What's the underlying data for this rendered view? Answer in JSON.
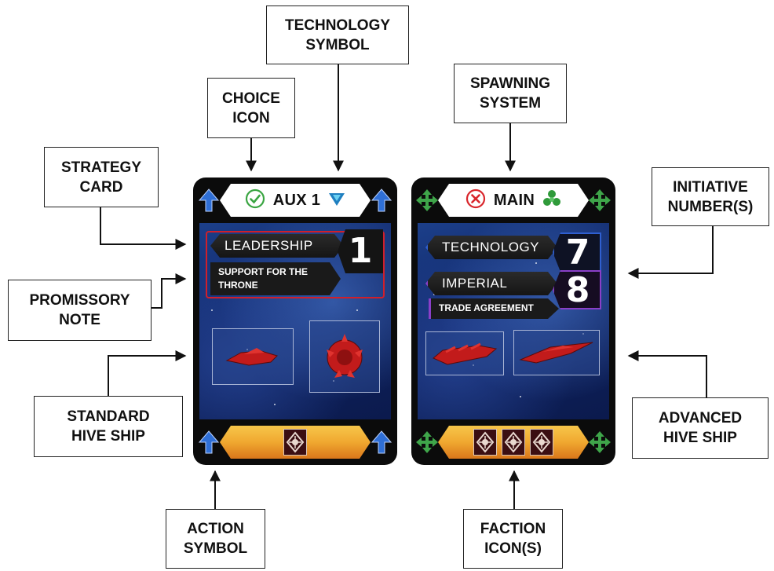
{
  "callouts": {
    "technology_symbol": [
      "TECHNOLOGY",
      "SYMBOL"
    ],
    "choice_icon": [
      "CHOICE",
      "ICON"
    ],
    "spawning_system": [
      "SPAWNING",
      "SYSTEM"
    ],
    "strategy_card": [
      "STRATEGY",
      "CARD"
    ],
    "initiative_numbers": [
      "INITIATIVE",
      "NUMBER(S)"
    ],
    "promissory_note": [
      "PROMISSORY",
      "NOTE"
    ],
    "standard_hive_ship": [
      "STANDARD",
      "HIVE SHIP"
    ],
    "advanced_hive_ship": [
      "ADVANCED",
      "HIVE SHIP"
    ],
    "action_symbol": [
      "ACTION",
      "SYMBOL"
    ],
    "faction_icons": [
      "FACTION",
      "ICON(S)"
    ]
  },
  "card_left": {
    "system_label": "AUX 1",
    "choice_icon": "check-circle-icon",
    "tech_icon": "blue-technology-icon",
    "corner_icon": "blue-up-arrow-icon",
    "strategy_name": "LEADERSHIP",
    "initiative": "1",
    "promissory_note": "SUPPORT FOR THE THRONE",
    "faction_icon_count": 1,
    "colors": {
      "corner": "#2f6fd6",
      "strategy_accent": "#d11f2a"
    }
  },
  "card_right": {
    "system_label": "MAIN",
    "choice_icon": "x-circle-icon",
    "tech_icon": "green-biotic-technology-icon",
    "corner_icon": "green-move-arrows-icon",
    "strategies": [
      {
        "name": "TECHNOLOGY",
        "initiative": "7",
        "accent": "#2f5fd0"
      },
      {
        "name": "IMPERIAL",
        "initiative": "8",
        "accent": "#8a3fc8"
      }
    ],
    "promissory_note": "TRADE AGREEMENT",
    "faction_icon_count": 3,
    "colors": {
      "corner": "#3fa64a"
    }
  }
}
